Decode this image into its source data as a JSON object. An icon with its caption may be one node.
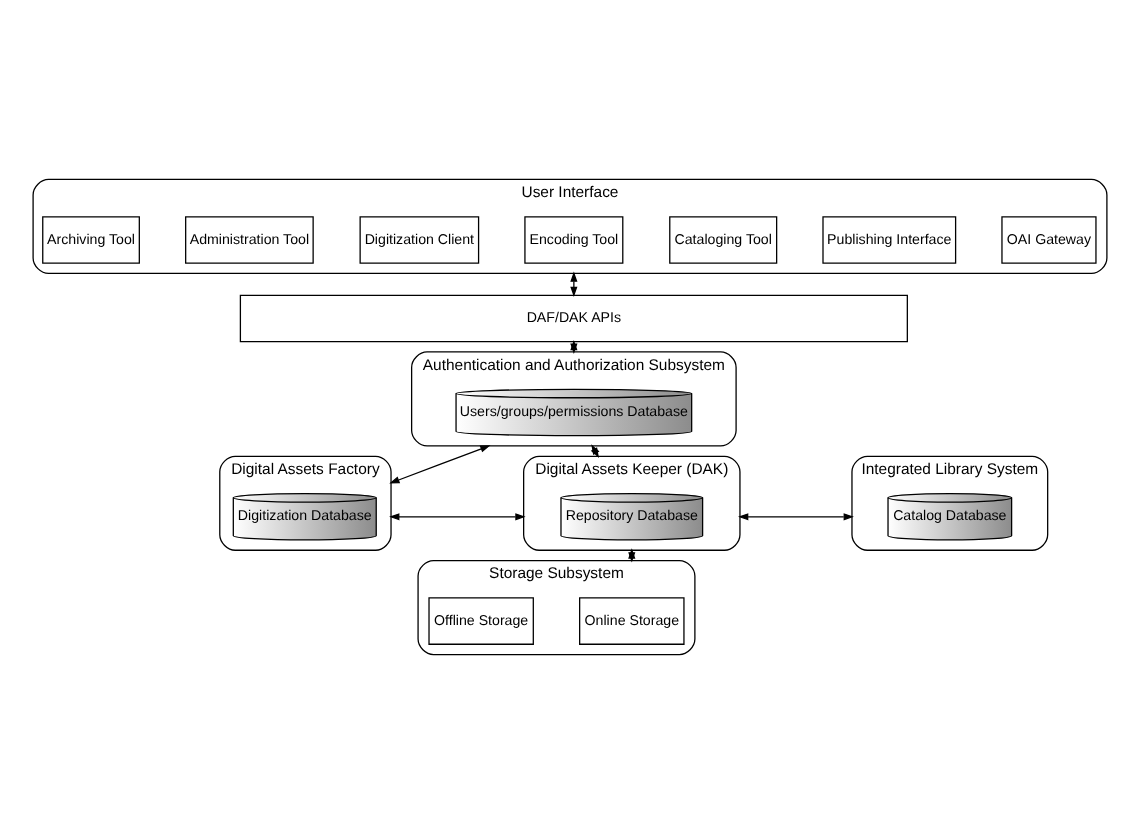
{
  "diagram": {
    "nodes": [
      {
        "text": [
          "User Interface"
        ]
      },
      {
        "text": [
          "Archiving Tool"
        ],
        "in": 0
      },
      {
        "text": [
          "Administration Tool"
        ],
        "in": 0
      },
      {
        "text": [
          "Digitization Client"
        ],
        "in": 0
      },
      {
        "text": [
          "Encoding Tool"
        ],
        "in": 0
      },
      {
        "text": [
          "Cataloging Tool"
        ],
        "in": 0
      },
      {
        "text": [
          "Publishing Interface"
        ],
        "in": 0
      },
      {
        "text": [
          "OAI Gateway"
        ],
        "in": 0
      },
      {
        "text": [
          "DAF/DAK APIs"
        ]
      },
      {
        "text": [
          "Authentication and Authorization Subsystem"
        ]
      },
      {
        "text": [
          "Users/groups/permissions Database"
        ],
        "in": 9
      },
      {
        "text": [
          "Digital Assets Factory"
        ]
      },
      {
        "text": [
          "Digitization Database"
        ],
        "in": 11
      },
      {
        "text": [
          "Digital Assets Keeper (DAK)"
        ]
      },
      {
        "text": [
          "Repository Database"
        ],
        "in": 13
      },
      {
        "text": [
          "Integrated Library System"
        ]
      },
      {
        "text": [
          "Catalog Database"
        ],
        "in": 15
      },
      {
        "text": [
          "Storage Subsystem"
        ]
      },
      {
        "text": [
          "Offline Storage"
        ],
        "in": 17
      },
      {
        "text": [
          "Online Storage"
        ],
        "in": 17
      }
    ],
    "edges": [
      {
        "from": 0,
        "to": 8,
        "arrow": "both"
      },
      {
        "from": 8,
        "to": 9,
        "arrow": "both"
      },
      {
        "from": 9,
        "to": 11,
        "arrow": "both"
      },
      {
        "from": 9,
        "to": 13,
        "arrow": "both"
      },
      {
        "from": 11,
        "to": 13,
        "arrow": "both"
      },
      {
        "from": 13,
        "to": 15,
        "arrow": "both"
      },
      {
        "from": 13,
        "to": 17,
        "arrow": "both"
      }
    ]
  }
}
